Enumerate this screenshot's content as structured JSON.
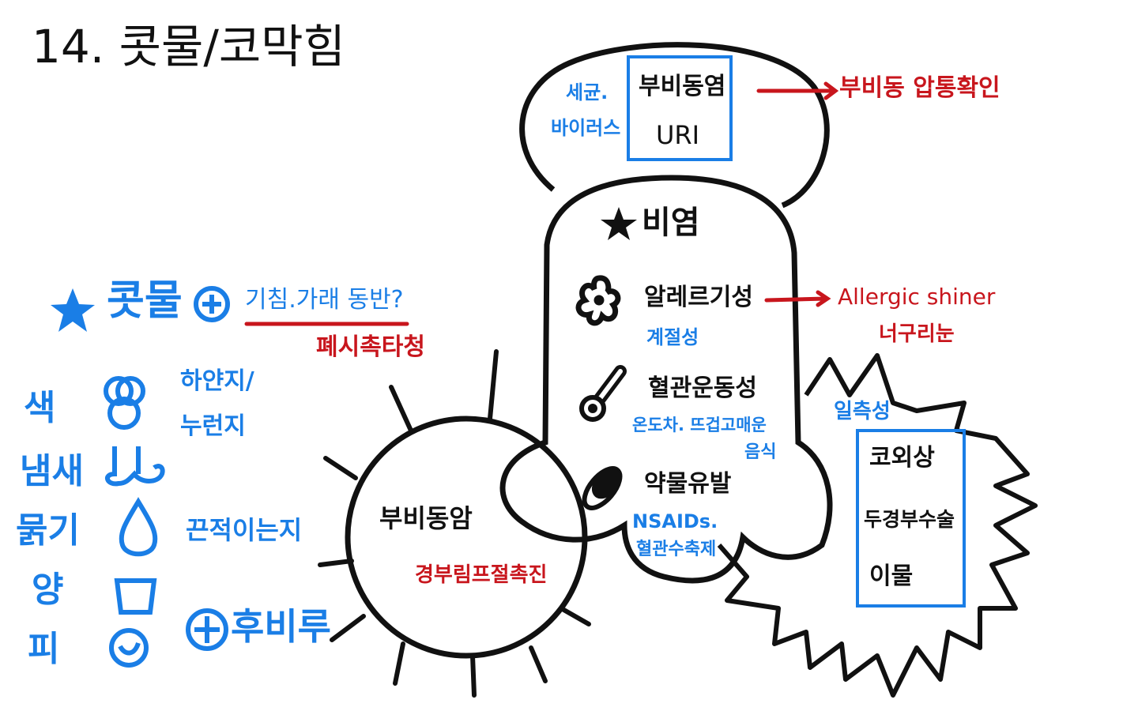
{
  "title": "14. 콧물/코막힘",
  "colors": {
    "blue": "#1a7ee6",
    "red": "#c8161d",
    "black": "#111111"
  },
  "top_lobe": {
    "cause": [
      "세균.",
      "바이러스"
    ],
    "box": [
      "부비동염",
      "URI"
    ],
    "arrow_note": "부비동 압통확인"
  },
  "nose": {
    "heading": "비염",
    "items": [
      {
        "icon": "flower-icon",
        "label": "알레르기성",
        "sub": "계절성"
      },
      {
        "icon": "thermometer-icon",
        "label": "혈관운동성",
        "sub": "온도차. 뜨겁고매운",
        "sub2": "음식"
      },
      {
        "icon": "pill-icon",
        "label": "약물유발",
        "sub": "NSAIDs.",
        "sub2": "혈관수축제"
      }
    ],
    "allergic_note": [
      "Allergic shiner",
      "너구리눈"
    ]
  },
  "left_mass": {
    "label": "부비동암",
    "note": "경부림프절촉진"
  },
  "right_burst": {
    "heading": "일측성",
    "box": [
      "코외상",
      "두경부수술",
      "이물"
    ]
  },
  "symptoms": {
    "heading": "콧물",
    "question": "기침.가래 동반?",
    "question_note": "폐시촉타청",
    "rows": [
      {
        "label": "색",
        "icon": "color-palette-icon",
        "note": "하얀지/"
      },
      {
        "label": "냄새",
        "icon": "nose-icon",
        "note": "누런지"
      },
      {
        "label": "묽기",
        "icon": "drop-icon",
        "note": "끈적이는지"
      },
      {
        "label": "양",
        "icon": "cup-icon",
        "note": ""
      },
      {
        "label": "피",
        "icon": "blood-icon",
        "note": ""
      }
    ],
    "postnasal": "후비루"
  }
}
